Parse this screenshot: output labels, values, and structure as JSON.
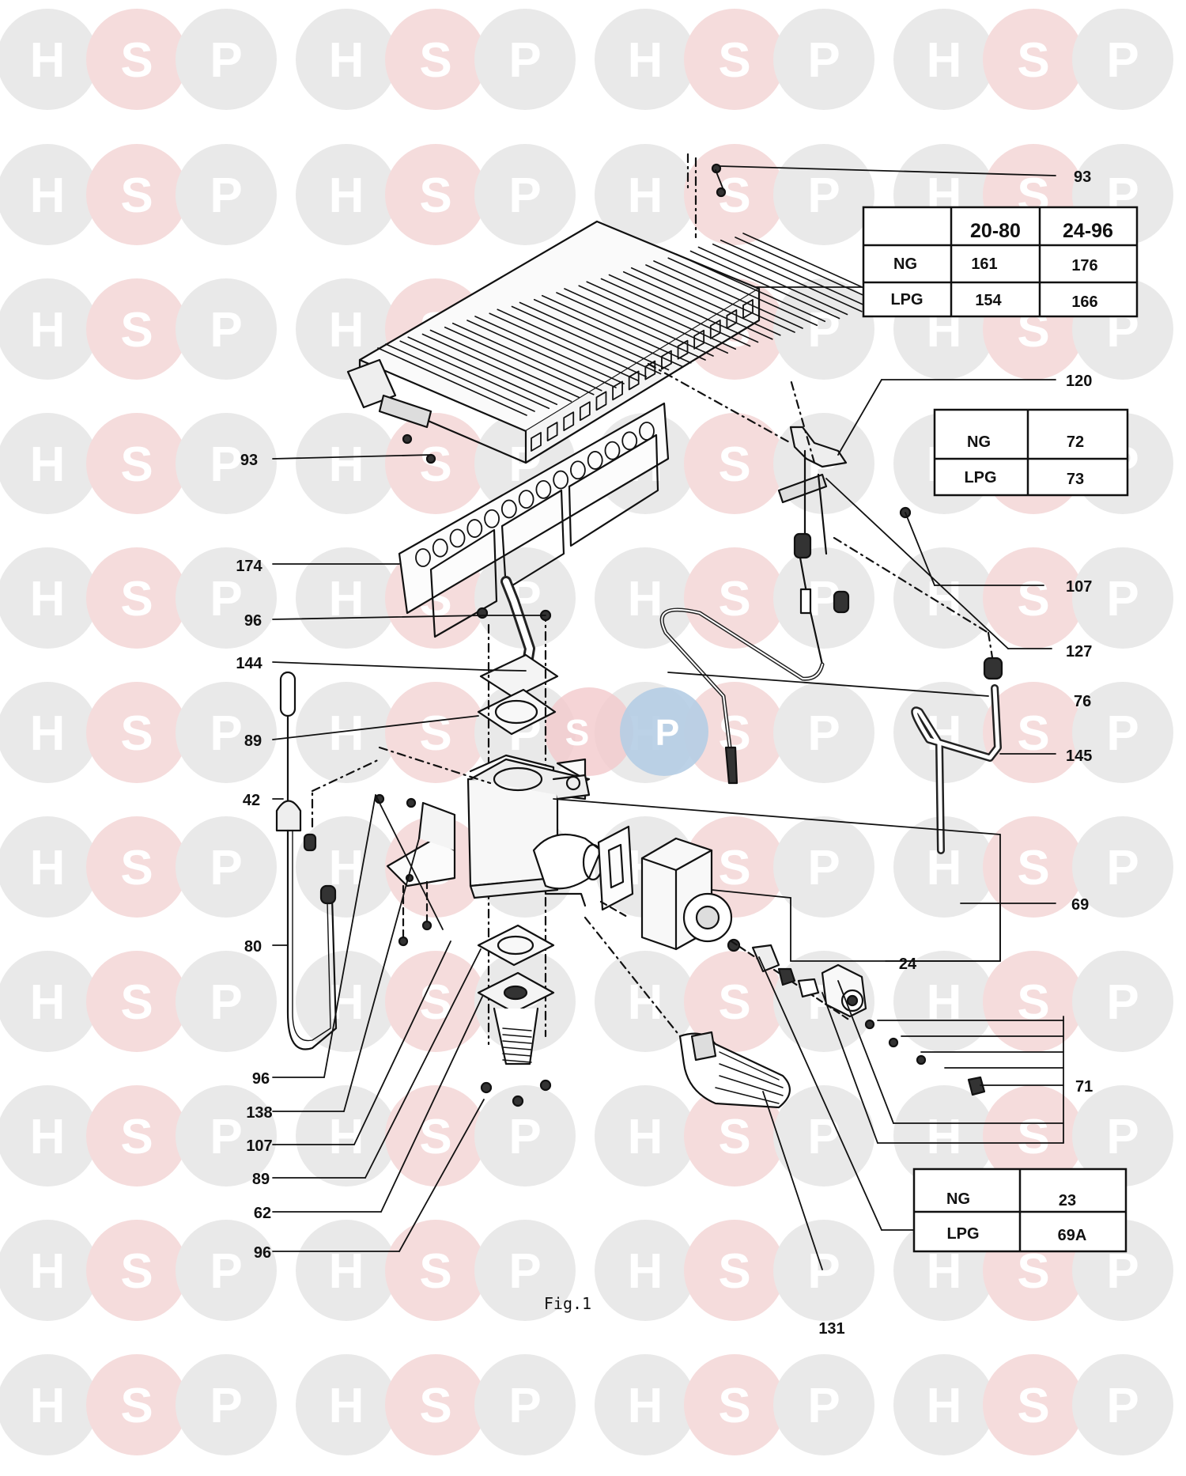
{
  "watermark": {
    "letters": [
      "H",
      "S",
      "P"
    ],
    "colors": {
      "H": "#e9e9e9",
      "S": "#f5dcdc",
      "P": "#e9e9e9"
    }
  },
  "center_logo": {
    "letters": [
      "S",
      "P"
    ],
    "colors": {
      "S": "#f2c9cc",
      "P": "#b5cde4"
    }
  },
  "labels": {
    "l93a": "93",
    "l120": "120",
    "l93b": "93",
    "l174": "174",
    "l107a": "107",
    "l96a": "96",
    "l127": "127",
    "l144": "144",
    "l76": "76",
    "l89a": "89",
    "l145": "145",
    "l42": "42",
    "l69": "69",
    "l80": "80",
    "l24": "24",
    "l71": "71",
    "l96b": "96",
    "l138": "138",
    "l107b": "107",
    "l89b": "89",
    "l62": "62",
    "l96c": "96",
    "l131": "131"
  },
  "table_burner": {
    "headers": [
      "",
      "20-80",
      "24-96"
    ],
    "rows": [
      [
        "NG",
        "161",
        "176"
      ],
      [
        "LPG",
        "154",
        "166"
      ]
    ]
  },
  "table_pilot": {
    "rows": [
      [
        "NG",
        "72"
      ],
      [
        "LPG",
        "73"
      ]
    ]
  },
  "table_injector": {
    "rows": [
      [
        "NG",
        "23"
      ],
      [
        "LPG",
        "69A"
      ]
    ]
  },
  "caption": "Fig.1"
}
